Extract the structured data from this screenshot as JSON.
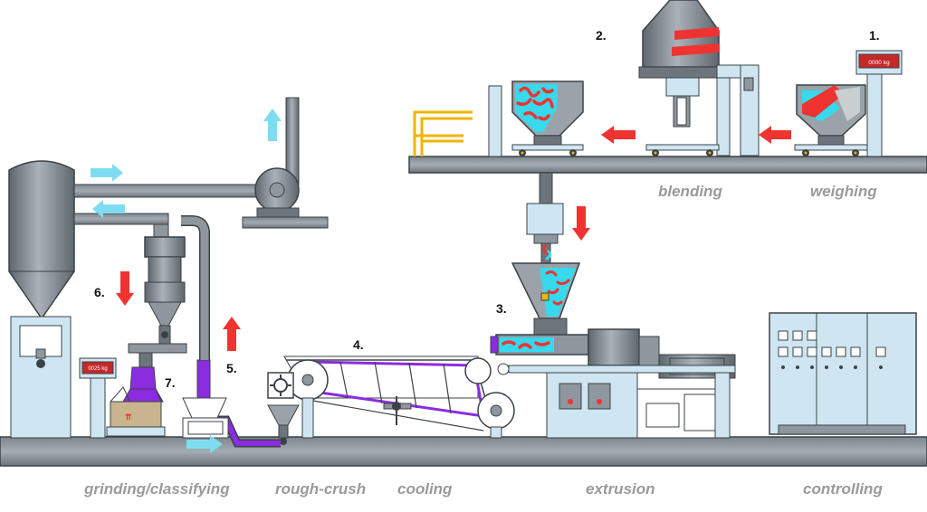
{
  "steps": [
    "1.",
    "2.",
    "3.",
    "4.",
    "5.",
    "6.",
    "7."
  ],
  "stages": {
    "weighing": "weighing",
    "blending": "blending",
    "grinding_classifying": "grinding/classifying",
    "rough_crush": "rough-crush",
    "cooling": "cooling",
    "extrusion": "extrusion",
    "controlling": "controlling"
  },
  "scale_readouts": {
    "weighing_scale": "0000 kg",
    "product_scale": "0025 kg"
  },
  "colors": {
    "steel": "#8e979e",
    "steel_dark": "#4d565c",
    "pale_blue": "#cfe6f2",
    "red": "#ef3330",
    "cyan": "#36d9ee",
    "purple": "#8b2ce0",
    "yellow": "#f0b400",
    "ground": "#8a9398"
  },
  "icons": [
    "arrow-right-cyan",
    "arrow-left-cyan",
    "arrow-up-cyan",
    "arrow-left-red",
    "arrow-down-red",
    "arrow-up-red"
  ]
}
